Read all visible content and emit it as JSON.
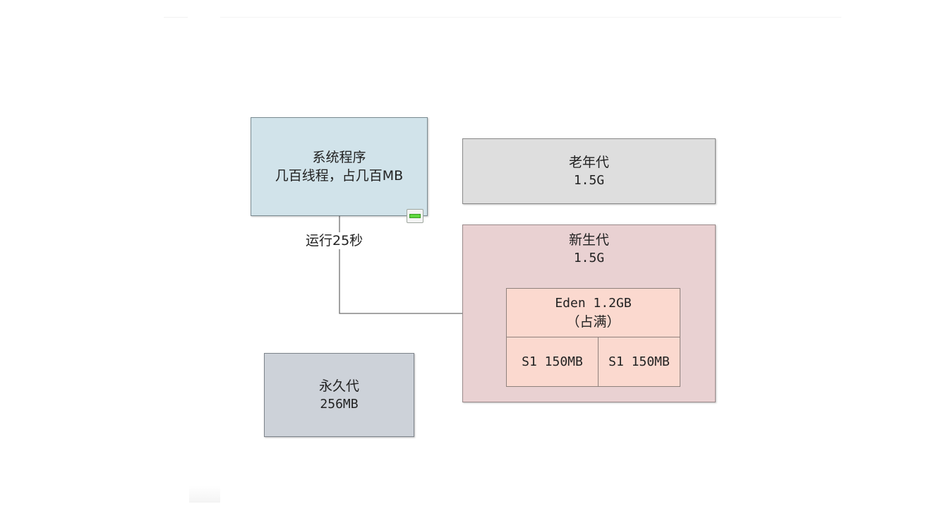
{
  "nodes": {
    "system": {
      "line1": "系统程序",
      "line2": "几百线程，占几百MB"
    },
    "old_gen": {
      "line1": "老年代",
      "line2": "1.5G"
    },
    "young_gen": {
      "line1": "新生代",
      "line2": "1.5G"
    },
    "eden": {
      "line1": "Eden 1.2GB",
      "line2": "（占满）"
    },
    "survivor_1": {
      "label": "S1 150MB"
    },
    "survivor_2": {
      "label": "S1 150MB"
    },
    "perm_gen": {
      "line1": "永久代",
      "line2": "256MB"
    }
  },
  "edges": {
    "system_to_eden": {
      "label": "运行25秒"
    }
  },
  "icons": {
    "system_badge": "battery-icon"
  },
  "colors": {
    "system_fill": "#d1e3ea",
    "old_gen_fill": "#dedede",
    "young_gen_fill": "#e9d1d2",
    "eden_fill": "#fbd9cf",
    "perm_gen_fill": "#cdd2d9",
    "connector": "#6e6e6e"
  }
}
